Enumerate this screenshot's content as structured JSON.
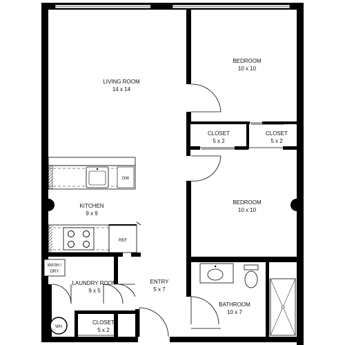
{
  "rooms": {
    "living": {
      "name": "LIVING ROOM",
      "size": "14 x 14"
    },
    "bedroom1": {
      "name": "BEDROOM",
      "size": "10 x 10"
    },
    "closet1": {
      "name": "CLOSET",
      "size": "5 x 2"
    },
    "closet2": {
      "name": "CLOSET",
      "size": "5 x 2"
    },
    "bedroom2": {
      "name": "BEDROOM",
      "size": "10 x 10"
    },
    "kitchen": {
      "name": "KITCHEN",
      "size": "9 x 9"
    },
    "laundry": {
      "name": "LAUNDRY ROOM",
      "size": "9 x 5"
    },
    "entry": {
      "name": "ENTRY",
      "size": "5 x 7"
    },
    "bathroom": {
      "name": "BATHROOM",
      "size": "10 x 7"
    },
    "closet3": {
      "name": "CLOSET",
      "size": "5 x 2"
    }
  },
  "fixtures": {
    "dw": "DW",
    "ref": "REF",
    "wash_line1": "WASH /",
    "wash_line2": "DRY",
    "wh": "WH"
  }
}
